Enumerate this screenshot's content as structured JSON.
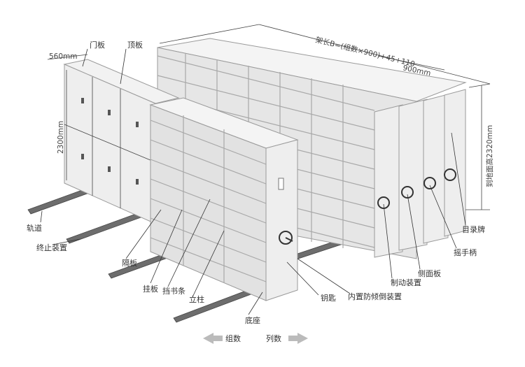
{
  "labels": {
    "door_panel": "门板",
    "top_panel": "顶板",
    "track": "轨道",
    "stop_device": "终止装置",
    "partition": "隔板",
    "hanging_panel": "挂板",
    "book_stop": "挡书条",
    "column": "立柱",
    "base": "底座",
    "key": "钥匙",
    "anti_tilt": "内置防倾倒装置",
    "brake": "制动装置",
    "side_panel": "侧面板",
    "crank": "摇手柄",
    "directory_plate": "目录牌"
  },
  "dimensions": {
    "depth": "560mm",
    "height": "2300mm",
    "frame_length": "架长B=(组数×900)+45+110",
    "unit_width": "900mm",
    "total_height": "到地面高2320mm"
  },
  "directions": {
    "groups": "组数",
    "columns": "列数"
  }
}
